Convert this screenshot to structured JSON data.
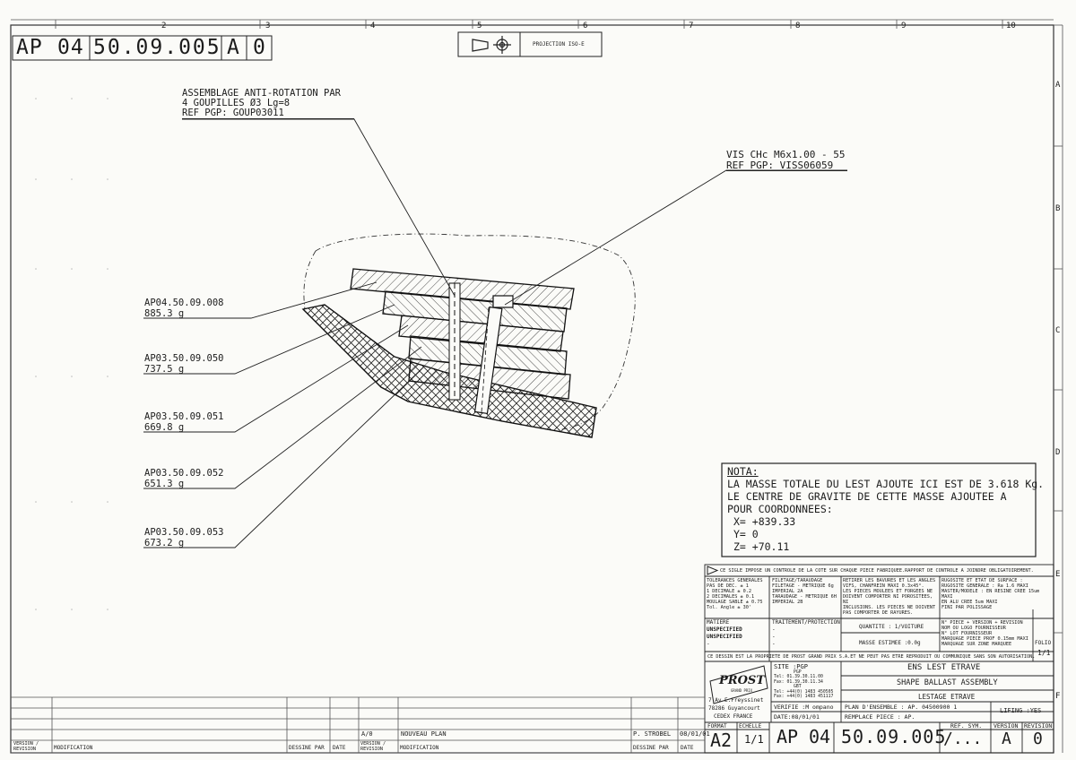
{
  "header": {
    "code": [
      "AP",
      "04",
      "50.09.005",
      "A",
      "0"
    ],
    "projection": "PROJECTION ISO-E"
  },
  "grid": {
    "columns": [
      "2",
      "3",
      "4",
      "5",
      "6",
      "7",
      "8",
      "9",
      "10"
    ],
    "rows": [
      "A",
      "B",
      "C",
      "D",
      "E",
      "F"
    ]
  },
  "callouts": {
    "pin": {
      "lines": [
        "ASSEMBLAGE ANTI-ROTATION PAR",
        "4 GOUPILLES Ø3 Lg=8",
        "REF PGP: GOUP03011"
      ]
    },
    "screw": {
      "lines": [
        "VIS CHc M6x1.00 - 55",
        "REF PGP: VISS06059"
      ]
    },
    "parts": [
      {
        "ref": "AP04.50.09.008",
        "mass": "885.3 g"
      },
      {
        "ref": "AP03.50.09.050",
        "mass": "737.5 g"
      },
      {
        "ref": "AP03.50.09.051",
        "mass": "669.8 g"
      },
      {
        "ref": "AP03.50.09.052",
        "mass": "651.3 g"
      },
      {
        "ref": "AP03.50.09.053",
        "mass": "673.2 g"
      }
    ]
  },
  "note": {
    "title": "NOTA:",
    "lines": [
      "LA MASSE TOTALE DU LEST AJOUTE ICI EST DE 3.618 Kg.",
      "LE CENTRE DE GRAVITE DE CETTE MASSE AJOUTEE A",
      "POUR COORDONNEES:",
      "X= +839.33",
      "Y= 0",
      "Z= +70.11"
    ]
  },
  "title_block": {
    "control_line": "CE SIGLE IMPOSE UN CONTROLE DE LA COTE SUR CHAQUE PIECE FABRIQUEE.RAPPORT DE CONTROLE A JOINDRE OBLIGATOIREMENT.",
    "tolerances": [
      "TOLERANCES GENERALES",
      "PAS DE DEC.  ± 1",
      "1 DECIMALE  ± 0.2",
      "2 DECIMALES  ± 0.1",
      "MOULAGE SABLE  ± 0.75",
      "Tol. Angle  ± 30'"
    ],
    "threading": [
      "FILETAGE/TARAUDAGE",
      "FILETAGE - METRIQUE 6g",
      "IMPERIAL 2A",
      "TARAUDAGE - METRIQUE 6H",
      "IMPERIAL 2B"
    ],
    "remarks": [
      "RETIRER LES BAVURES ET LES ANGLES",
      "VIFS, CHANFREIN MAXI 0.3x45°.",
      "LES PIECES MOULEES ET FORGEES NE",
      "DOIVENT COMPORTER NI POROSITEES, NI",
      "INCLUSIONS. LES PIECES NE DOIVENT",
      "PAS COMPORTER DE RAYURES."
    ],
    "surface": [
      "RUGOSITE ET ETAT DE SURFACE :",
      "RUGOSITE GENERALE : Ra 1.6 MAXI",
      "MASTER/MODELE : EN RESINE CREE 15um MAXI",
      "EN ALU CREE 5um MAXI",
      "FINI PAR POLISSAGE"
    ],
    "matiere_label": "MATIERE",
    "matiere": [
      "UNSPECIFIED",
      "UNSPECIFIED",
      "-"
    ],
    "traitement_label": "TRAITEMENT/PROTECTION",
    "traitement": [
      "-",
      "-",
      "-"
    ],
    "quantite": "QUANTITE : 1/VOITURE",
    "masse": "MASSE ESTIMEE :0.0g",
    "piece_info": [
      "N° PIECE + VERSION + REVISION",
      "NOM OU LOGO FOURNISSEUR",
      "N° LOT FOURNISSEUR",
      "MARQUAGE PIECE PROF 0.15mm MAXI",
      "MARQUAGE SUR ZONE MARQUEE"
    ],
    "folio_label": "FOLIO",
    "folio": "1/1",
    "property": "CE DESSIN EST LA PROPRIETE DE PROST GRAND PRIX S.A.ET NE PEUT PAS ETRE REPRODUIT OU COMMUNIQUE SANS SON AUTORISATION.",
    "logo": "PROST",
    "logo_sub": "GRAND PRIX",
    "site": "SITE :PGP",
    "site_contacts": [
      "PGP",
      "Tel: 01.39.30.11.00",
      "Fax: 01.39.30.11.34",
      "GBT",
      "Tel: +44(0) 1483 450505",
      "Fax: +44(0) 1483 451117"
    ],
    "address": [
      "7 Av E.Freyssinet",
      "78286 Guyancourt",
      "CEDEX FRANCE"
    ],
    "verifie": "VERIFIE :M ompano",
    "date": "DATE:08/01/01",
    "title1": "ENS LEST ETRAVE",
    "title2": "SHAPE BALLAST ASSEMBLY",
    "title3": "LESTAGE ETRAVE",
    "plan_ensemble": "PLAN D'ENSEMBLE : AP. 04500900 1",
    "remplace": "REMPLACE PIECE : AP.",
    "lifing": "LIFING :YES",
    "format_label": "FORMAT",
    "echelle_label": "ECHELLE",
    "format": "A2",
    "echelle": "1/1",
    "refsym_label": "REF. SYM.",
    "version_label": "VERSION",
    "revision_label": "REVISION",
    "number": [
      "AP",
      "04",
      "50.09.005",
      "/...",
      "A",
      "0"
    ]
  },
  "revision_table": {
    "row": {
      "rev": "A/0",
      "modification": "NOUVEAU PLAN",
      "dessine": "P. STROBEL",
      "date": "08/01/01"
    },
    "headers": [
      "VERSION / REVISION",
      "MODIFICATION",
      "DESSINE PAR",
      "DATE",
      "VERSION / REVISION",
      "MODIFICATION",
      "DESSINE PAR",
      "DATE"
    ]
  }
}
